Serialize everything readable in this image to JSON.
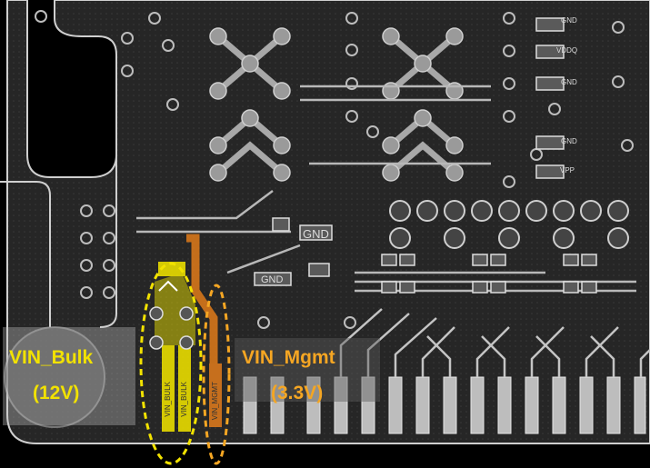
{
  "labels": {
    "vin_bulk_name": "VIN_Bulk",
    "vin_bulk_voltage": "(12V)",
    "vin_mgmt_name": "VIN_Mgmt",
    "vin_mgmt_voltage": "(3.3V)"
  },
  "silkscreen": {
    "gnd_1": "GND",
    "vddq": "VDDQ",
    "gnd_2": "GND",
    "gnd_3": "GND",
    "vpp": "VPP",
    "gnd_4": "GND",
    "gnd_5": "GND"
  },
  "pad_nets": {
    "pad_1": "VIN_BULK",
    "pad_2": "VIN_BULK",
    "pad_3": "VIN_MGMT"
  },
  "colors": {
    "background": "#000000",
    "copper_fill": "#2b2b2b",
    "trace": "#b8b8b8",
    "pad": "#d0d0d0",
    "vin_bulk_highlight": "#f2e200",
    "vin_mgmt_highlight": "#f5a623"
  }
}
